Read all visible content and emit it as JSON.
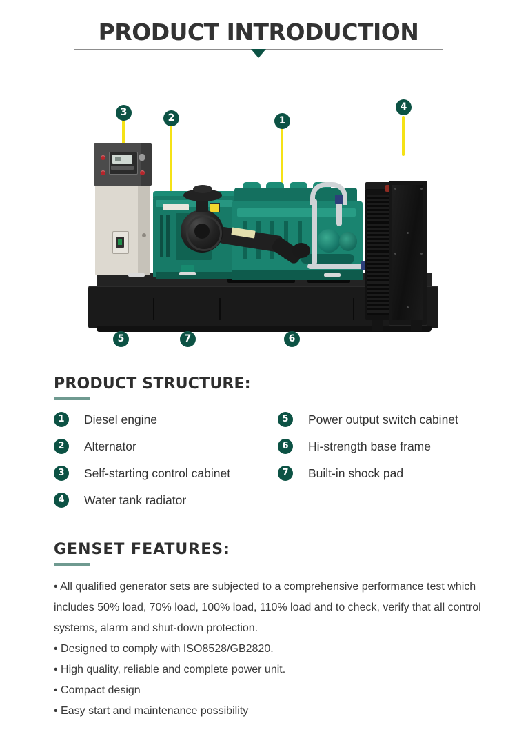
{
  "header": {
    "title": "PRODUCT INTRODUCTION",
    "accent_color": "#0c5244",
    "rule_color": "#8d8d8d"
  },
  "product_image": {
    "alt_name": "diesel generator set",
    "callout_line_color": "#f5e216",
    "callout_badge_color": "#0c5244",
    "callouts": [
      {
        "number": "1",
        "target": "diesel engine"
      },
      {
        "number": "2",
        "target": "alternator"
      },
      {
        "number": "3",
        "target": "self-starting control cabinet"
      },
      {
        "number": "4",
        "target": "water tank radiator"
      },
      {
        "number": "5",
        "target": "power output switch cabinet"
      },
      {
        "number": "6",
        "target": "hi-strength base frame"
      },
      {
        "number": "7",
        "target": "built-in shock pad"
      }
    ]
  },
  "structure": {
    "heading": "PRODUCT STRUCTURE:",
    "left_items": [
      {
        "num": "1",
        "label": "Diesel engine"
      },
      {
        "num": "2",
        "label": "Alternator"
      },
      {
        "num": "3",
        "label": "Self-starting control cabinet"
      },
      {
        "num": "4",
        "label": "Water tank radiator"
      }
    ],
    "right_items": [
      {
        "num": "5",
        "label": "Power output switch cabinet"
      },
      {
        "num": "6",
        "label": "Hi-strength base frame"
      },
      {
        "num": "7",
        "label": "Built-in shock pad"
      }
    ]
  },
  "features": {
    "heading": "GENSET FEATURES:",
    "bullets": [
      "• All qualified generator sets are subjected to a comprehensive performance test which includes 50% load, 70% load, 100% load, 110% load and to check, verify that all control systems, alarm and shut-down protection.",
      "• Designed to comply with ISO8528/GB2820.",
      "• High quality, reliable and complete power unit.",
      "• Compact design",
      "• Easy start and maintenance possibility"
    ]
  }
}
